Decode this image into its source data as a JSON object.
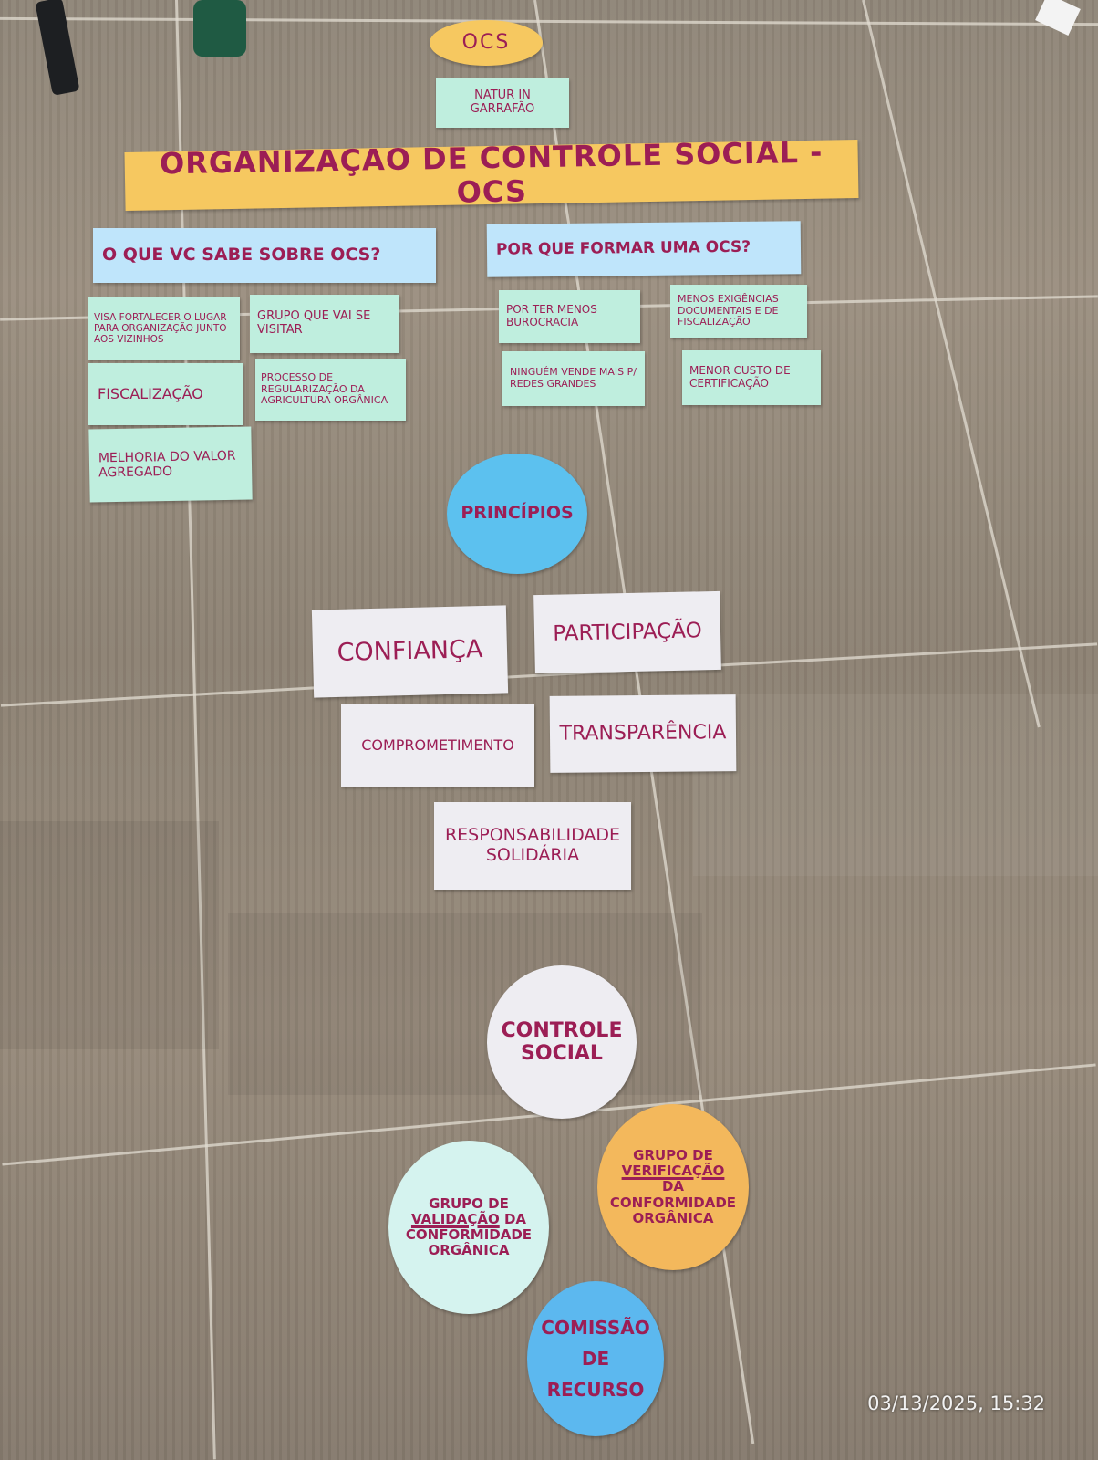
{
  "header": {
    "ocs": "OCS",
    "natur": "NATUR IN GARRAFÃO",
    "banner": "ORGANIZAÇÃO DE CONTROLE SOCIAL - OCS"
  },
  "left_section": {
    "question": "O QUE VC SABE SOBRE OCS?",
    "cards": [
      "VISA FORTALECER O LUGAR PARA ORGANIZAÇÃO JUNTO AOS VIZINHOS",
      "GRUPO QUE VAI SE VISITAR",
      "FISCALIZAÇÃO",
      "PROCESSO DE REGULARIZAÇÃO DA AGRICULTURA ORGÂNICA",
      "MELHORIA DO VALOR AGREGADO"
    ]
  },
  "right_section": {
    "question": "POR QUE FORMAR UMA OCS?",
    "cards": [
      "POR TER MENOS BUROCRACIA",
      "MENOS EXIGÊNCIAS DOCUMENTAIS E DE FISCALIZAÇÃO",
      "NINGUÉM VENDE MAIS P/ REDES GRANDES",
      "MENOR CUSTO DE CERTIFICAÇÃO"
    ]
  },
  "principles": {
    "title": "PRINCÍPIOS",
    "items": [
      "CONFIANÇA",
      "PARTICIPAÇÃO",
      "COMPROMETIMENTO",
      "TRANSPARÊNCIA",
      "RESPONSABILIDADE SOLIDÁRIA"
    ]
  },
  "structure": {
    "controle_social": "CONTROLE SOCIAL",
    "validacao_pre": "GRUPO DE",
    "validacao_word": "VALIDAÇÃO",
    "validacao_post": "DA CONFORMIDADE ORGÂNICA",
    "verificacao_pre": "GRUPO DE",
    "verificacao_word": "VERIFICAÇÃO",
    "verificacao_post": "DA CONFORMIDADE ORGÂNICA",
    "comissao": "COMISSÃO DE RECURSO"
  },
  "timestamp": "03/13/2025, 15:32"
}
